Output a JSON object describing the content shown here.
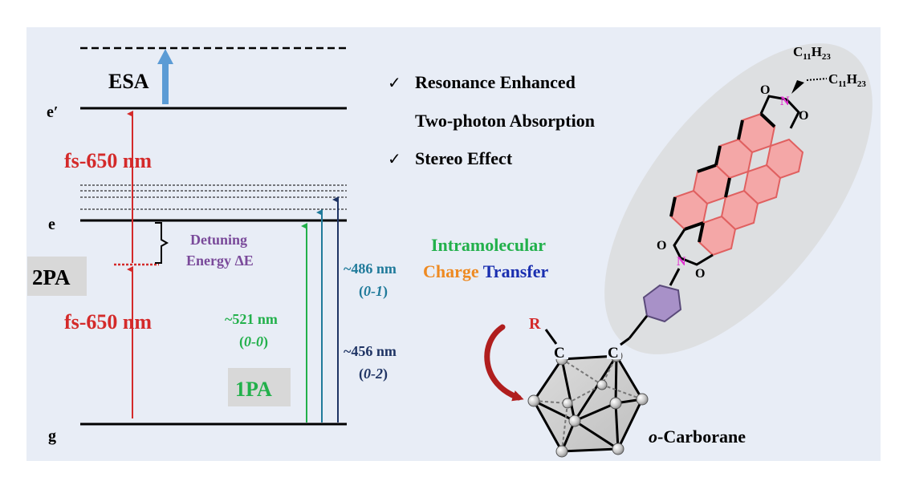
{
  "levels": {
    "e_prime": "e′",
    "e": "e",
    "g": "g"
  },
  "labels": {
    "esa": "ESA",
    "fs_upper": "fs-650 nm",
    "fs_lower": "fs-650 nm",
    "detuning_line1": "Detuning",
    "detuning_line2": "Energy ΔE",
    "two_pa": "2PA",
    "one_pa": "1PA",
    "nm521": "~521 nm",
    "v00": "0-0",
    "nm486": "~486 nm",
    "v01": "0-1",
    "nm456": "~456 nm",
    "v02": "0-2"
  },
  "checklist": {
    "mark": "✓",
    "item1_line1": "Resonance Enhanced",
    "item1_line2": "Two-photon Absorption",
    "item2": "Stereo Effect"
  },
  "ict": {
    "line1": "Intramolecular",
    "charge": "Charge",
    "transfer": "Transfer"
  },
  "molecule": {
    "c11_top": "C",
    "c11_top_sub": "11",
    "h23_top": "H",
    "h23_top_sub": "23",
    "c11_right": "C",
    "c11_right_sub": "11",
    "h23_right": "H",
    "h23_right_sub": "23",
    "o": "O",
    "n": "N",
    "r": "R",
    "c": "C",
    "carborane_prefix": "o",
    "carborane_name": "-Carborane"
  },
  "colors": {
    "panel": "#e8edf6",
    "red": "#d42a2a",
    "blue_arrow": "#5b9bd5",
    "green": "#22b04b",
    "teal": "#1f7a9a",
    "navy": "#1f3464",
    "purple": "#7a4a9a",
    "orange": "#ee8a22",
    "blue_text": "#1a2fb0",
    "gray_box": "#d8d8d8",
    "magenta": "#e030d0"
  }
}
